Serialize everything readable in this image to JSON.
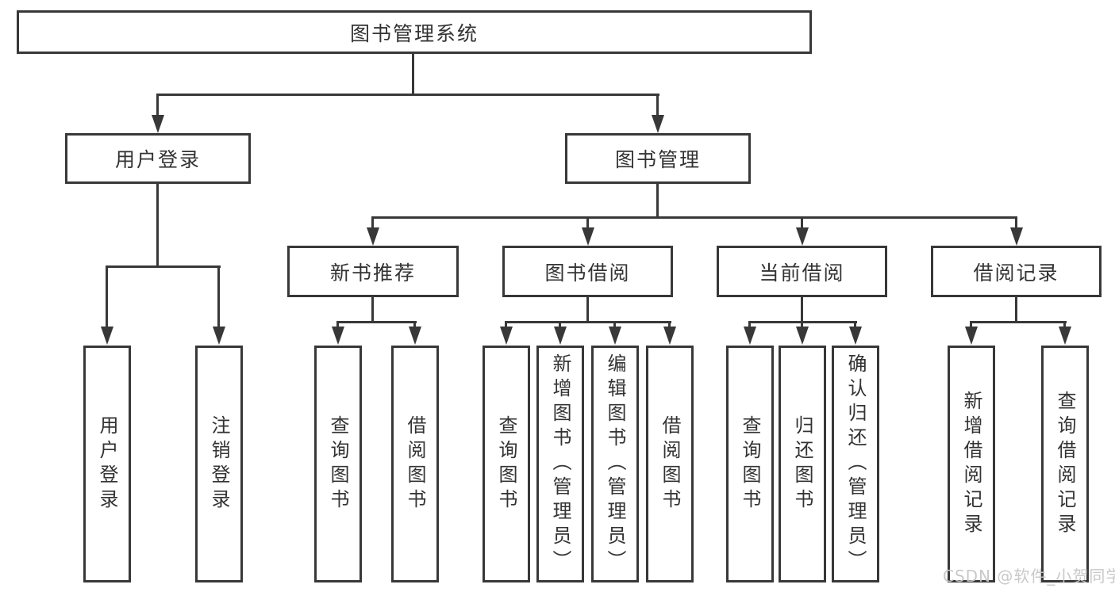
{
  "diagram_type": "tree",
  "style": {
    "line_color": "#383838",
    "text_color": "#333333",
    "box_fill": "#ffffff",
    "background": "#ffffff",
    "watermark_color": "#c6c6c6"
  },
  "watermark": {
    "text": "CSDN @软件_小贺同学"
  },
  "tree": {
    "label": "图书管理系统",
    "children": [
      {
        "label": "用户登录",
        "children": [
          {
            "label": "用户登录"
          },
          {
            "label": "注销登录"
          }
        ]
      },
      {
        "label": "图书管理",
        "children": [
          {
            "label": "新书推荐",
            "children": [
              {
                "label": "查询图书"
              },
              {
                "label": "借阅图书"
              }
            ]
          },
          {
            "label": "图书借阅",
            "children": [
              {
                "label": "查询图书"
              },
              {
                "label": "新增图书（管理员）"
              },
              {
                "label": "编辑图书（管理员）"
              },
              {
                "label": "借阅图书"
              }
            ]
          },
          {
            "label": "当前借阅",
            "children": [
              {
                "label": "查询图书"
              },
              {
                "label": "归还图书"
              },
              {
                "label": "确认归还（管理员）"
              }
            ]
          },
          {
            "label": "借阅记录",
            "children": [
              {
                "label": "新增借阅记录"
              },
              {
                "label": "查询借阅记录"
              }
            ]
          }
        ]
      }
    ]
  }
}
